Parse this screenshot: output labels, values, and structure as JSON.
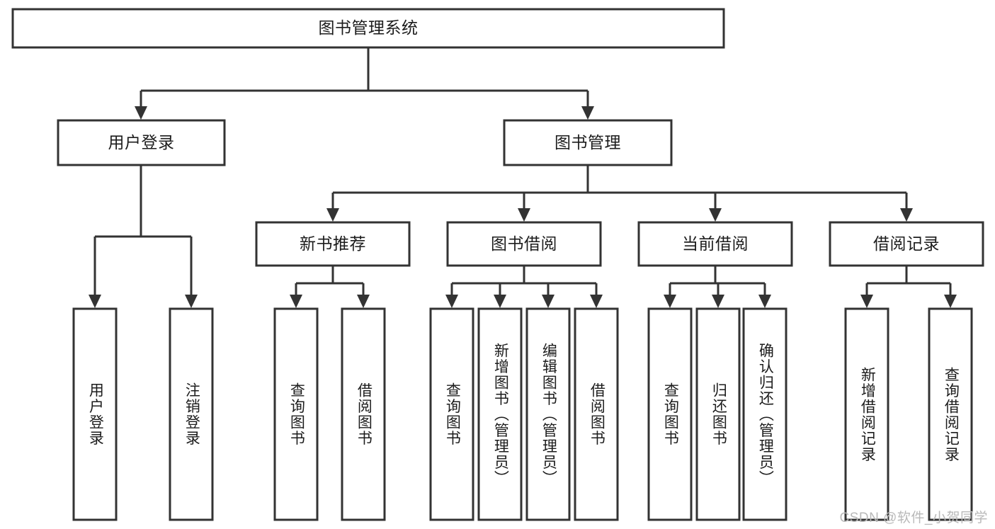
{
  "diagram": {
    "title": "图书管理系统",
    "type": "hierarchy-tree",
    "colors": {
      "box_stroke": "#333333",
      "box_fill": "#ffffff",
      "text": "#1c1c1c",
      "background": "#ffffff",
      "watermark": "#b9b9b9"
    },
    "levels": {
      "root": {
        "label": "图书管理系统"
      },
      "level2": [
        {
          "label": "用户登录"
        },
        {
          "label": "图书管理"
        }
      ],
      "level3": [
        {
          "label": "新书推荐"
        },
        {
          "label": "图书借阅"
        },
        {
          "label": "当前借阅"
        },
        {
          "label": "借阅记录"
        }
      ],
      "leaves": {
        "user_login": [
          {
            "label": "用户登录"
          },
          {
            "label": "注销登录"
          }
        ],
        "new_book_recommend": [
          {
            "label": "查询图书"
          },
          {
            "label": "借阅图书"
          }
        ],
        "book_borrow": [
          {
            "label": "查询图书"
          },
          {
            "label": "新增图书（管理员）"
          },
          {
            "label": "编辑图书（管理员）"
          },
          {
            "label": "借阅图书"
          }
        ],
        "current_borrow": [
          {
            "label": "查询图书"
          },
          {
            "label": "归还图书"
          },
          {
            "label": "确认归还（管理员）"
          }
        ],
        "borrow_record": [
          {
            "label": "新增借阅记录"
          },
          {
            "label": "查询借阅记录"
          }
        ]
      }
    }
  },
  "watermark": {
    "text": "CSDN @软件_小贺同学"
  }
}
